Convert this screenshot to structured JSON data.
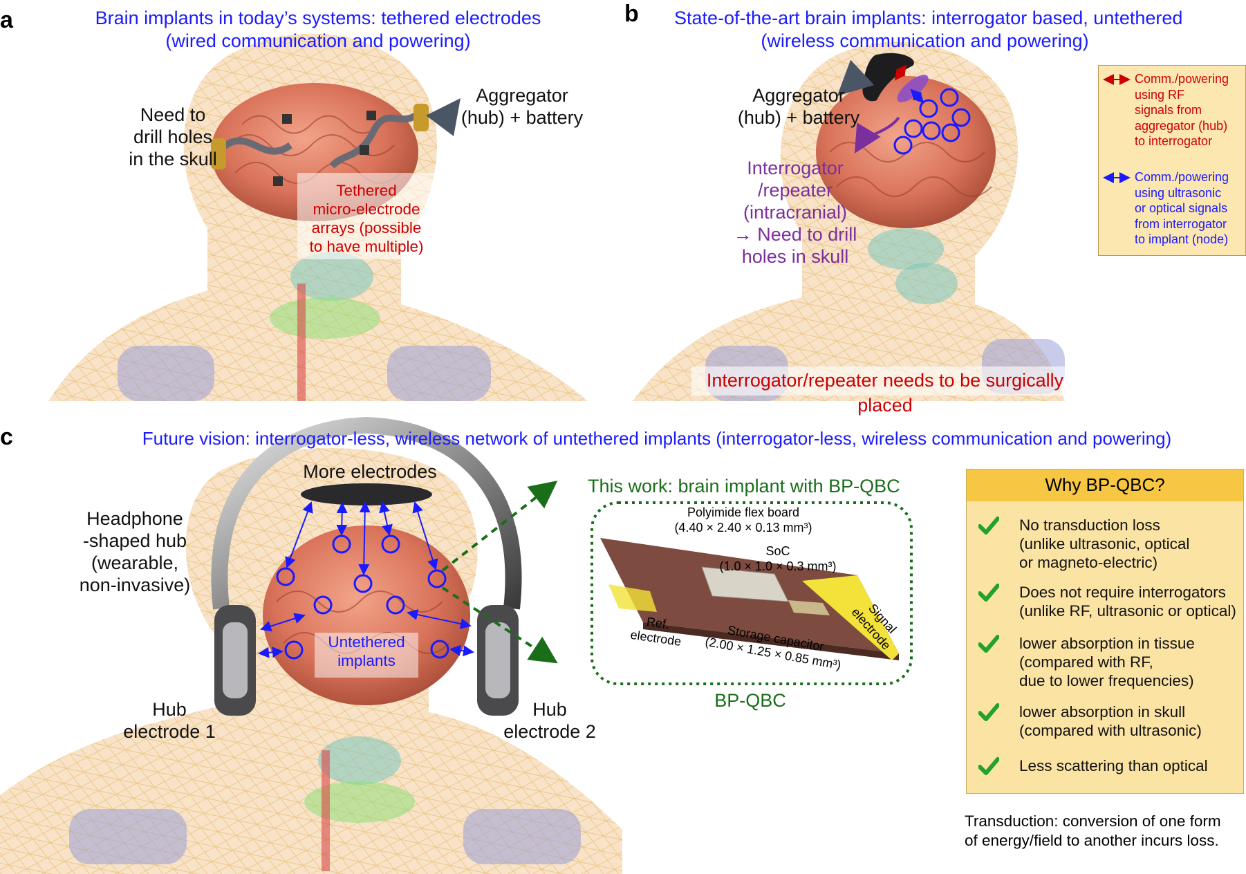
{
  "panel_a": {
    "letter": "a",
    "title_line1": "Brain implants in today’s systems: tethered electrodes",
    "title_line2": "(wired communication and powering)",
    "drill_line1": "Need to",
    "drill_line2": "drill holes",
    "drill_line3": "in the skull",
    "aggregator_line1": "Aggregator",
    "aggregator_line2": "(hub) + battery",
    "tethered_line1": "Tethered",
    "tethered_line2": "micro-electrode",
    "tethered_line3": "arrays (possible",
    "tethered_line4": "to have multiple)"
  },
  "panel_b": {
    "letter": "b",
    "title_line1": "State-of-the-art brain implants: interrogator based, untethered",
    "title_line2": "(wireless communication and powering)",
    "aggregator_line1": "Aggregator",
    "aggregator_line2": "(hub) + battery",
    "interrogator_line1": "Interrogator",
    "interrogator_line2": "/repeater",
    "interrogator_line3": "(intracranial)",
    "interrogator_line4": "→ Need to drill",
    "interrogator_line5": "holes in skull",
    "warning": "Interrogator/repeater needs to be surgically placed",
    "legend_rf": [
      "Comm./powering",
      "using RF",
      "signals from",
      "aggregator (hub)",
      "to interrogator"
    ],
    "legend_us": [
      "Comm./powering",
      "using ultrasonic",
      "or optical signals",
      "from interrogator",
      "to implant (node)"
    ]
  },
  "panel_c": {
    "letter": "c",
    "title": "Future vision: interrogator-less, wireless network of untethered implants (interrogator-less, wireless communication and powering)",
    "more_electrodes": "More electrodes",
    "hub_line1": "Headphone",
    "hub_line2": "-shaped hub",
    "hub_line3": "(wearable,",
    "hub_line4": "non-invasive)",
    "untethered_line1": "Untethered",
    "untethered_line2": "implants",
    "hub_e1_line1": "Hub",
    "hub_e1_line2": "electrode 1",
    "hub_e2_line1": "Hub",
    "hub_e2_line2": "electrode 2",
    "this_work": "This work: brain implant with BP-QBC",
    "flex_board_line1": "Polyimide flex board",
    "flex_board_line2": "(4.40 × 2.40 × 0.13 mm³)",
    "soc_line1": "SoC",
    "soc_line2": "(1.0 × 1.0 × 0.3 mm³)",
    "ref_line1": "Ref.",
    "ref_line2": "electrode",
    "cap_line1": "Storage capacitor",
    "cap_line2": "(2.00 × 1.25 × 0.85 mm³)",
    "signal_line1": "Signal",
    "signal_line2": "electrode",
    "bpqbc_label": "BP-QBC",
    "why_title": "Why BP-QBC?",
    "why_items": [
      [
        "No transduction loss",
        "(unlike ultrasonic, optical",
        "or magneto-electric)"
      ],
      [
        "Does not require interrogators",
        "(unlike RF, ultrasonic or optical)"
      ],
      [
        "lower absorption in tissue",
        "(compared with RF,",
        "due to lower frequencies)"
      ],
      [
        "lower absorption in skull",
        "(compared with ultrasonic)"
      ],
      [
        "Less scattering than optical"
      ]
    ],
    "footnote_line1": "Transduction: conversion of one form",
    "footnote_line2": "of energy/field to another incurs loss."
  },
  "colors": {
    "title_blue": "#1a1aff",
    "red": "#cc0000",
    "purple": "#7a2f9e",
    "green": "#1a6e1a",
    "check_green": "#22a22a",
    "legend_bg": "#fde7b0",
    "why_bg": "#fbe3a4"
  }
}
